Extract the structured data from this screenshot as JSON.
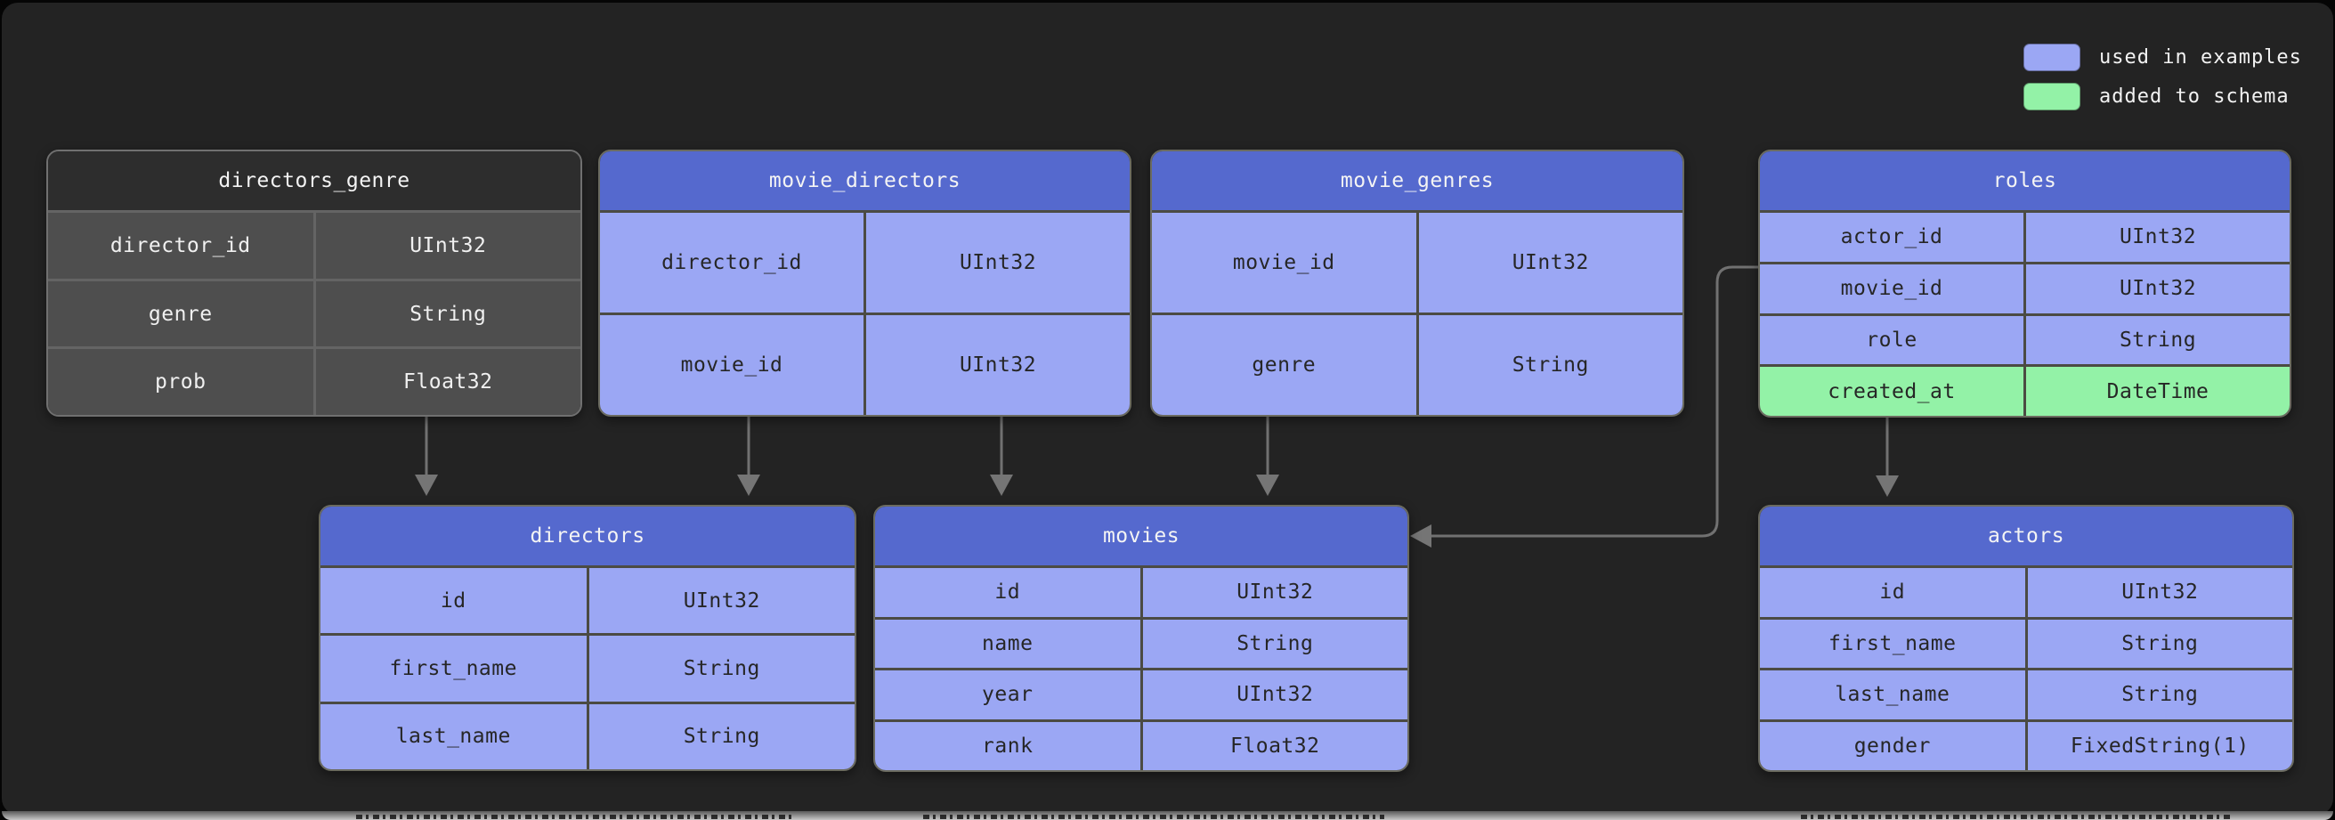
{
  "legend": {
    "items": [
      {
        "label": "used in examples",
        "color": "#9ba7f4"
      },
      {
        "label": "added to schema",
        "color": "#93f2a7"
      }
    ]
  },
  "tables": [
    {
      "name": "directors_genre",
      "style": "plain-gray",
      "columns": [
        {
          "field": "director_id",
          "type": "UInt32",
          "added": false
        },
        {
          "field": "genre",
          "type": "String",
          "added": false
        },
        {
          "field": "prob",
          "type": "Float32",
          "added": false
        }
      ]
    },
    {
      "name": "movie_directors",
      "style": "used-in-examples",
      "columns": [
        {
          "field": "director_id",
          "type": "UInt32",
          "added": false
        },
        {
          "field": "movie_id",
          "type": "UInt32",
          "added": false
        }
      ]
    },
    {
      "name": "movie_genres",
      "style": "used-in-examples",
      "columns": [
        {
          "field": "movie_id",
          "type": "UInt32",
          "added": false
        },
        {
          "field": "genre",
          "type": "String",
          "added": false
        }
      ]
    },
    {
      "name": "roles",
      "style": "used-in-examples",
      "columns": [
        {
          "field": "actor_id",
          "type": "UInt32",
          "added": false
        },
        {
          "field": "movie_id",
          "type": "UInt32",
          "added": false
        },
        {
          "field": "role",
          "type": "String",
          "added": false
        },
        {
          "field": "created_at",
          "type": "DateTime",
          "added": true
        }
      ]
    },
    {
      "name": "directors",
      "style": "used-in-examples",
      "columns": [
        {
          "field": "id",
          "type": "UInt32",
          "added": false
        },
        {
          "field": "first_name",
          "type": "String",
          "added": false
        },
        {
          "field": "last_name",
          "type": "String",
          "added": false
        }
      ]
    },
    {
      "name": "movies",
      "style": "used-in-examples",
      "columns": [
        {
          "field": "id",
          "type": "UInt32",
          "added": false
        },
        {
          "field": "name",
          "type": "String",
          "added": false
        },
        {
          "field": "year",
          "type": "UInt32",
          "added": false
        },
        {
          "field": "rank",
          "type": "Float32",
          "added": false
        }
      ]
    },
    {
      "name": "actors",
      "style": "used-in-examples",
      "columns": [
        {
          "field": "id",
          "type": "UInt32",
          "added": false
        },
        {
          "field": "first_name",
          "type": "String",
          "added": false
        },
        {
          "field": "last_name",
          "type": "String",
          "added": false
        },
        {
          "field": "gender",
          "type": "FixedString(1)",
          "added": false
        }
      ]
    }
  ],
  "relationships": [
    {
      "from": "directors_genre",
      "to": "directors"
    },
    {
      "from": "movie_directors",
      "to": "directors"
    },
    {
      "from": "movie_directors",
      "to": "movies"
    },
    {
      "from": "movie_genres",
      "to": "movies"
    },
    {
      "from": "roles",
      "to": "movies"
    },
    {
      "from": "roles",
      "to": "actors"
    }
  ],
  "colors": {
    "canvas_background": "#232323",
    "used_in_examples_header": "#5569ce",
    "used_in_examples_row": "#9ba7f4",
    "added_to_schema_row": "#93f2a7",
    "plain_header": "#2d2d2d",
    "plain_row": "#4e4e4e",
    "arrow": "#717171"
  }
}
